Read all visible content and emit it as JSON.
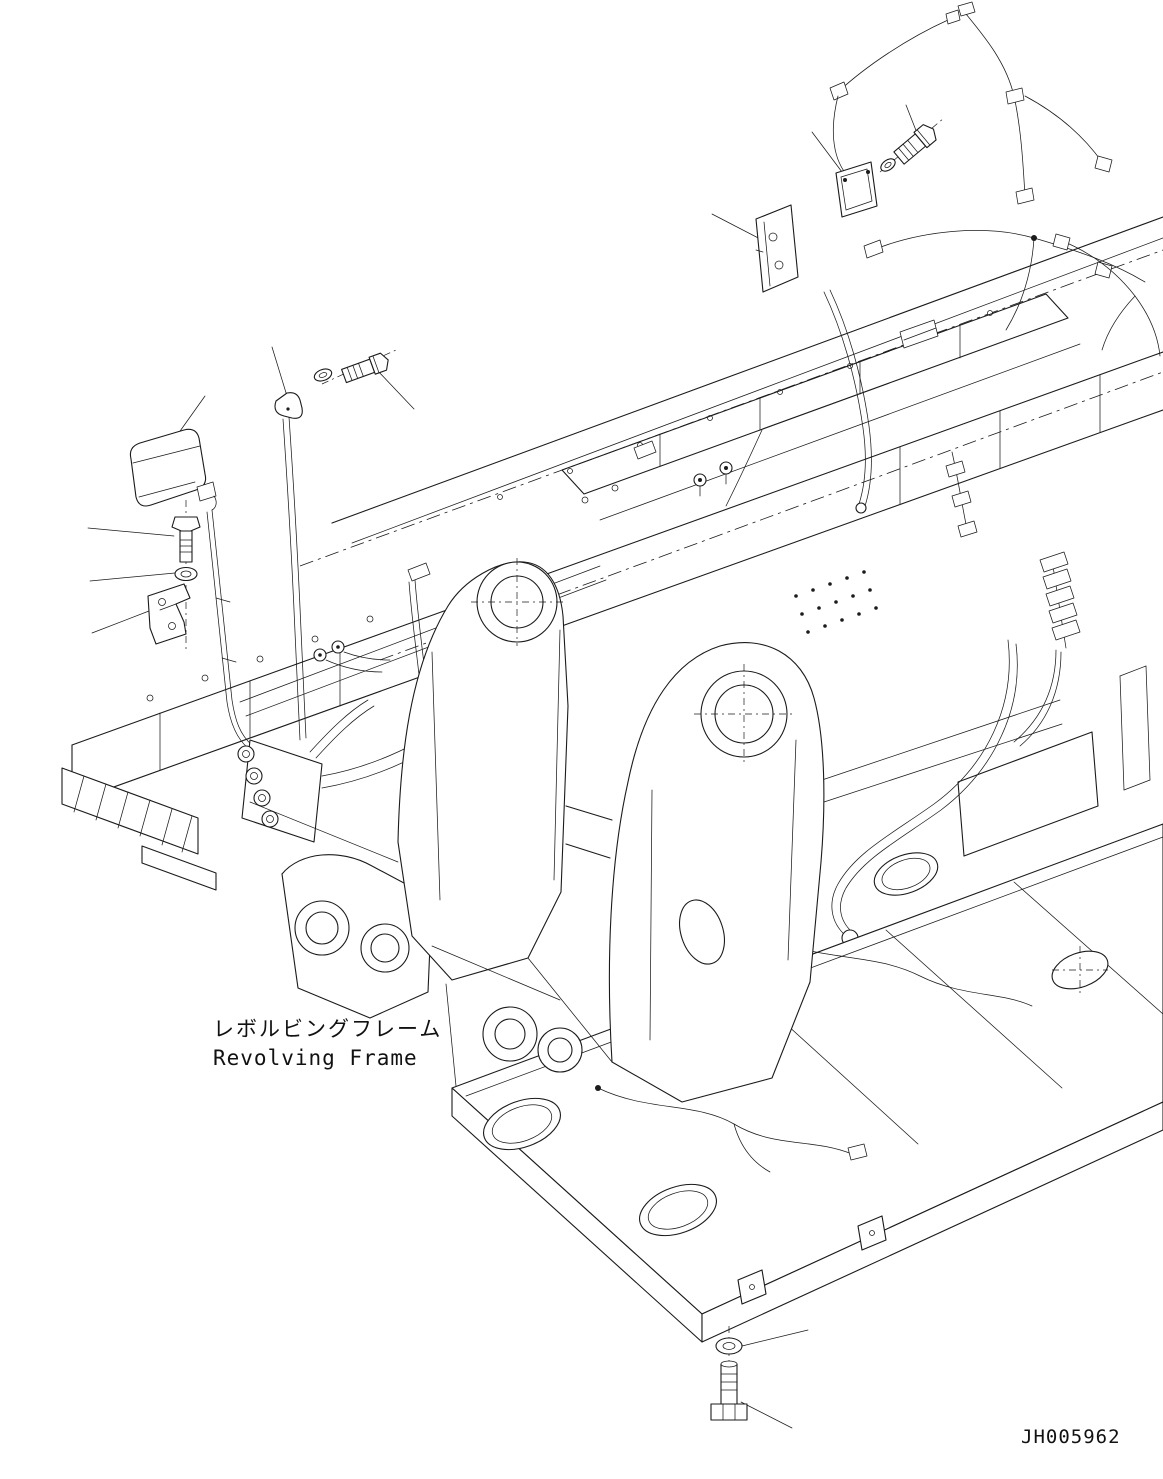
{
  "page": {
    "background": "#ffffff",
    "line_color": "#1b1b1b"
  },
  "figure": {
    "caption_ja": "レボルビングフレーム",
    "caption_en": "Revolving Frame",
    "drawing_number": "JH005962"
  }
}
